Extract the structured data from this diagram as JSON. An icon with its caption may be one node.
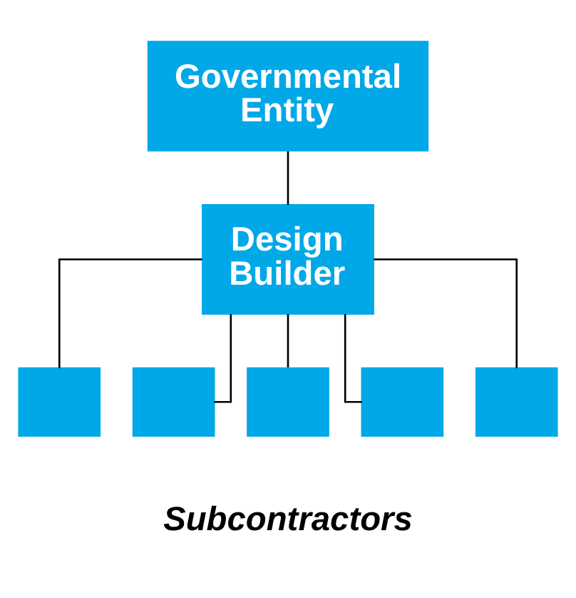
{
  "diagram": {
    "nodes": [
      {
        "text": [
          "Governmental Entity"
        ]
      },
      {
        "text": [
          "Design Builder"
        ]
      },
      {
        "text": [],
        "shape": "box"
      },
      {
        "text": [],
        "shape": "box"
      },
      {
        "text": [],
        "shape": "box"
      },
      {
        "text": [],
        "shape": "box"
      },
      {
        "text": [],
        "shape": "box"
      }
    ],
    "edges": [
      {
        "from": 0,
        "to": 1,
        "arrow": "none"
      },
      {
        "from": 1,
        "to": 2,
        "arrow": "none"
      },
      {
        "from": 1,
        "to": 3,
        "arrow": "none"
      },
      {
        "from": 1,
        "to": 4,
        "arrow": "none"
      },
      {
        "from": 1,
        "to": 5,
        "arrow": "none"
      },
      {
        "from": 1,
        "to": 6,
        "arrow": "none"
      }
    ],
    "labels": [
      "Subcontractors"
    ]
  }
}
